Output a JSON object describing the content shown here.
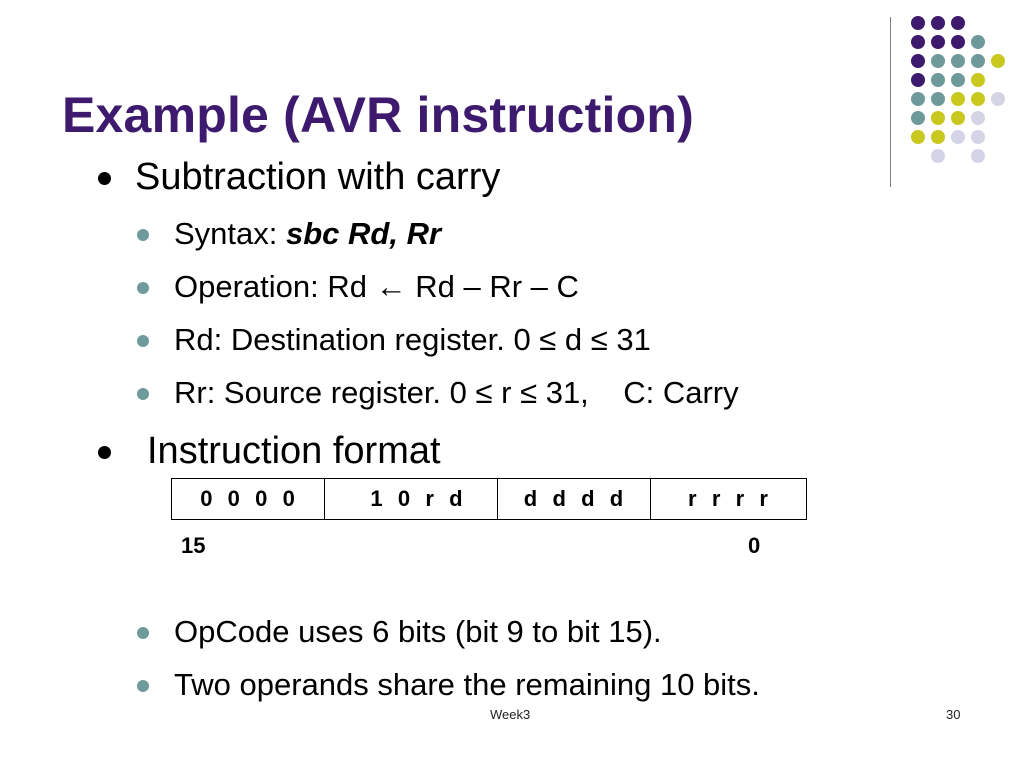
{
  "title": "Example (AVR instruction)",
  "bullets": {
    "subtraction": "Subtraction with carry",
    "syntax_label": "Syntax: ",
    "syntax_code": "sbc Rd,  Rr",
    "operation": "Operation: Rd ← Rd – Rr – C",
    "rd": "Rd: Destination register. 0 ≤ d ≤ 31",
    "rr": "Rr: Source register. 0 ≤ r ≤ 31,    C: Carry",
    "instruction_format": "Instruction format",
    "opcode": "OpCode uses 6 bits (bit 9 to bit 15).",
    "operands": "Two operands share the remaining 10 bits."
  },
  "format_table": {
    "cells": [
      "0  0  0  0",
      "1  0  r  d",
      "d  d  d  d",
      "r  r  r  r"
    ],
    "bit_high": "15",
    "bit_low": "0"
  },
  "footer": {
    "center": "Week3",
    "page_number": "30"
  },
  "colors": {
    "title": "#3d1a6e",
    "dot_purple": "#3d1a6e",
    "dot_teal": "#6f9a9c",
    "dot_yellow": "#c8c81e",
    "dot_lavender": "#d4d4e6"
  }
}
